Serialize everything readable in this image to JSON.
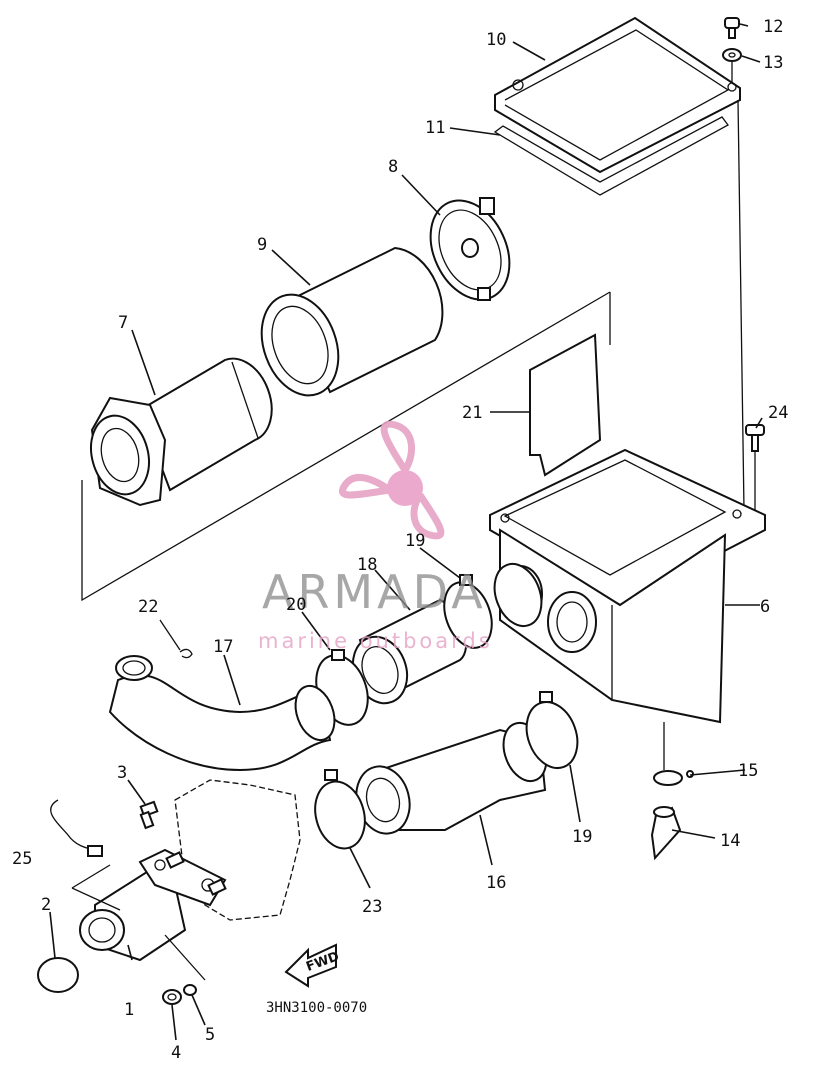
{
  "diagram": {
    "drawing_code": "3HN3100-0070",
    "direction_label": "FWD",
    "labels": [
      {
        "id": "1",
        "text": "1"
      },
      {
        "id": "2",
        "text": "2"
      },
      {
        "id": "3",
        "text": "3"
      },
      {
        "id": "4",
        "text": "4"
      },
      {
        "id": "5",
        "text": "5"
      },
      {
        "id": "6",
        "text": "6"
      },
      {
        "id": "7",
        "text": "7"
      },
      {
        "id": "8",
        "text": "8"
      },
      {
        "id": "9",
        "text": "9"
      },
      {
        "id": "10",
        "text": "10"
      },
      {
        "id": "11",
        "text": "11"
      },
      {
        "id": "12",
        "text": "12"
      },
      {
        "id": "13",
        "text": "13"
      },
      {
        "id": "14",
        "text": "14"
      },
      {
        "id": "15",
        "text": "15"
      },
      {
        "id": "16",
        "text": "16"
      },
      {
        "id": "17",
        "text": "17"
      },
      {
        "id": "18",
        "text": "18"
      },
      {
        "id": "19a",
        "text": "19"
      },
      {
        "id": "19b",
        "text": "19"
      },
      {
        "id": "20",
        "text": "20"
      },
      {
        "id": "21",
        "text": "21"
      },
      {
        "id": "22",
        "text": "22"
      },
      {
        "id": "23",
        "text": "23"
      },
      {
        "id": "24",
        "text": "24"
      },
      {
        "id": "25",
        "text": "25"
      }
    ]
  },
  "watermark": {
    "title": "ARMADA",
    "subtitle": "marine outboards",
    "logo_color": "#e6a3c5",
    "logo_hub_color": "#e8a0c8",
    "text_color": "#8c8c8c"
  }
}
